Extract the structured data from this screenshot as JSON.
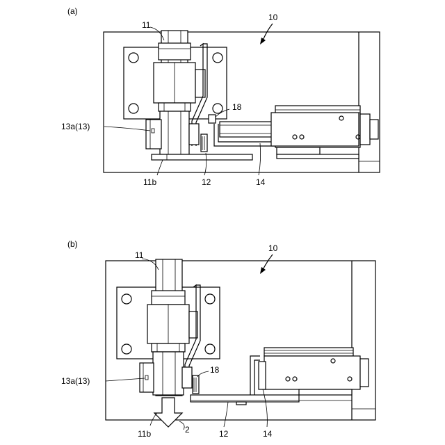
{
  "figure_a": {
    "panel_label": "(a)",
    "labels": {
      "device": "10",
      "pipe": "11",
      "pipe_end": "11b",
      "clamp": "13a(13)",
      "plate": "12",
      "sensor": "18",
      "rod": "14"
    }
  },
  "figure_b": {
    "panel_label": "(b)",
    "labels": {
      "device": "10",
      "pipe": "11",
      "pipe_end": "11b",
      "clamp": "13a(13)",
      "plate": "12",
      "sensor": "18",
      "rod": "14",
      "arrow": "2"
    }
  }
}
